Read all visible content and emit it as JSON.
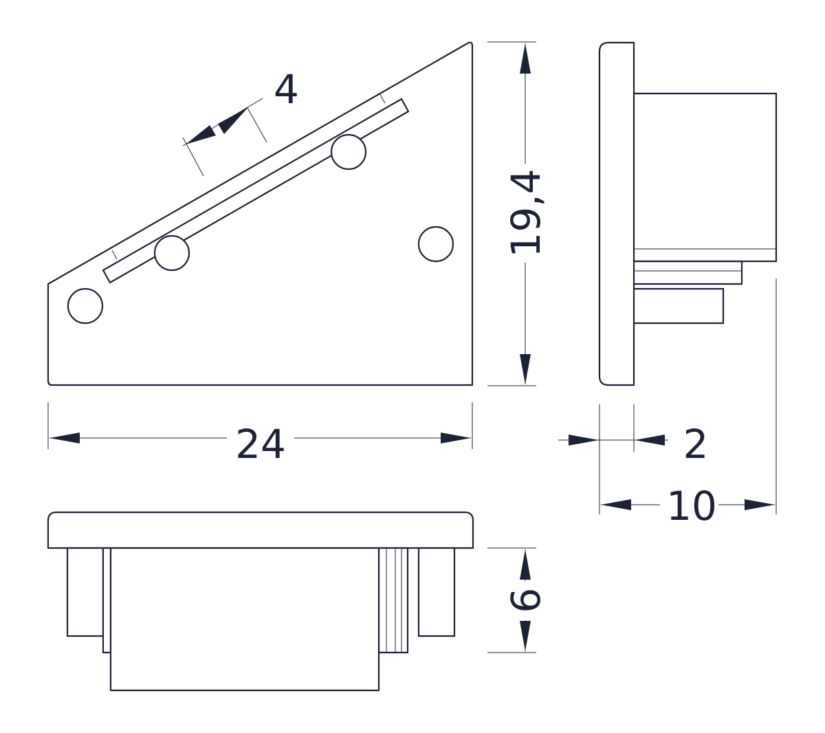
{
  "colors": {
    "line": "#1d2236",
    "background": "#ffffff"
  },
  "dimensions": {
    "width_front": "24",
    "height_front": "19,4",
    "slot_width": "4",
    "depth_total": "10",
    "lip_thickness": "2",
    "insert_depth": "6"
  }
}
